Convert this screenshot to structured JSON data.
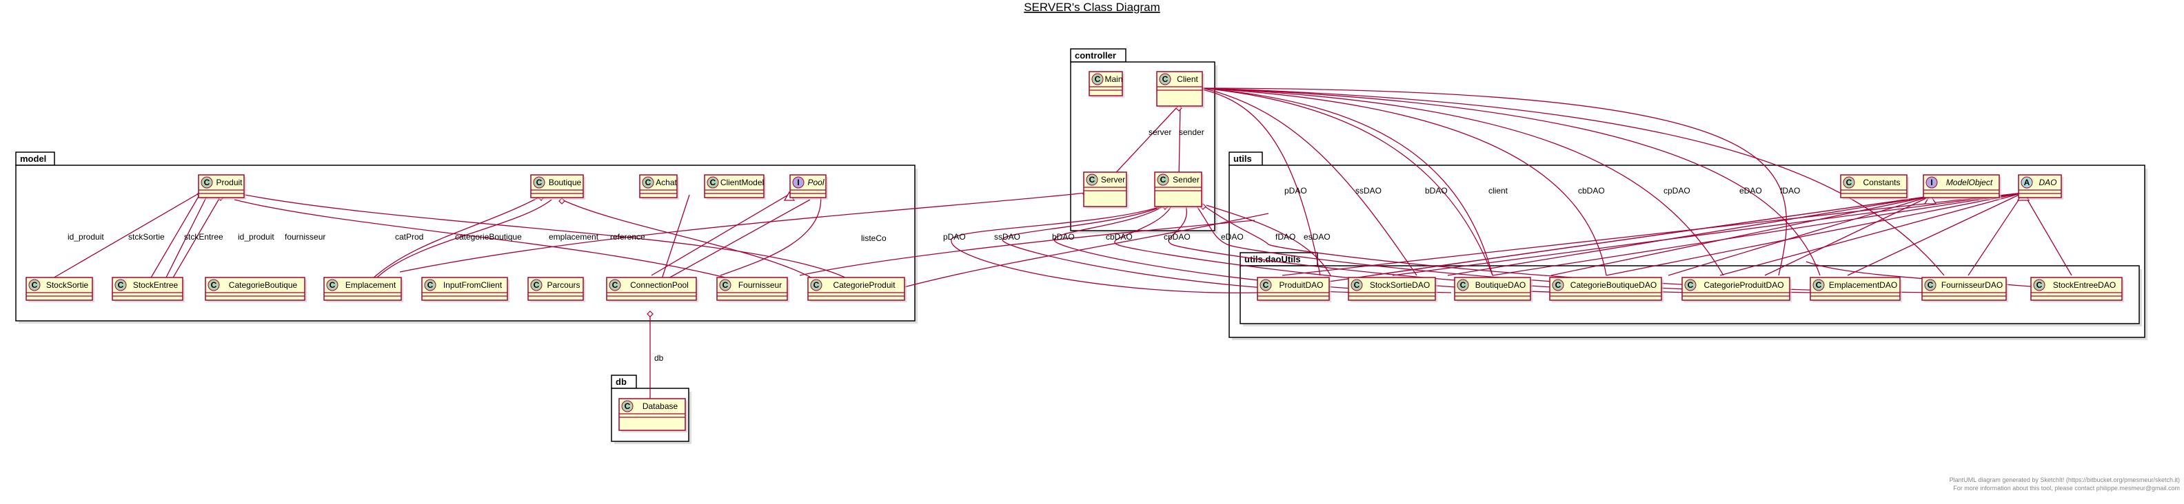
{
  "title": "SERVER's Class Diagram",
  "footer": {
    "line1": "PlantUML diagram generated by SketchIt! (https://bitbucket.org/pmesmeur/sketch.it)",
    "line2": "For more information about this tool, please contact philippe.mesmeur@gmail.com"
  },
  "packages": {
    "controller": "controller",
    "model": "model",
    "utils": "utils",
    "daoutils": "utils.daoUtils",
    "db": "db"
  },
  "classes": {
    "main": {
      "name": "Main",
      "kind": "C"
    },
    "client": {
      "name": "Client",
      "kind": "C"
    },
    "server": {
      "name": "Server",
      "kind": "C"
    },
    "sender": {
      "name": "Sender",
      "kind": "C"
    },
    "produit": {
      "name": "Produit",
      "kind": "C"
    },
    "boutique": {
      "name": "Boutique",
      "kind": "C"
    },
    "achat": {
      "name": "Achat",
      "kind": "C"
    },
    "clientmodel": {
      "name": "ClientModel",
      "kind": "C"
    },
    "pool": {
      "name": "Pool",
      "kind": "I"
    },
    "stocksortie": {
      "name": "StockSortie",
      "kind": "C"
    },
    "stockentree": {
      "name": "StockEntree",
      "kind": "C"
    },
    "categorieboutique": {
      "name": "CategorieBoutique",
      "kind": "C"
    },
    "emplacement": {
      "name": "Emplacement",
      "kind": "C"
    },
    "inputfromclient": {
      "name": "InputFromClient",
      "kind": "C"
    },
    "parcours": {
      "name": "Parcours",
      "kind": "C"
    },
    "connectionpool": {
      "name": "ConnectionPool",
      "kind": "C"
    },
    "fournisseur": {
      "name": "Fournisseur",
      "kind": "C"
    },
    "categorieproduit": {
      "name": "CategorieProduit",
      "kind": "C"
    },
    "constants": {
      "name": "Constants",
      "kind": "C"
    },
    "modelobject": {
      "name": "ModelObject",
      "kind": "I"
    },
    "dao": {
      "name": "DAO",
      "kind": "A"
    },
    "produitdao": {
      "name": "ProduitDAO",
      "kind": "C"
    },
    "stocksortiedao": {
      "name": "StockSortieDAO",
      "kind": "C"
    },
    "boutiquedao": {
      "name": "BoutiqueDAO",
      "kind": "C"
    },
    "categorieboutiquedao": {
      "name": "CategorieBoutiqueDAO",
      "kind": "C"
    },
    "categorieproduitdao": {
      "name": "CategorieProduitDAO",
      "kind": "C"
    },
    "emplacementdao": {
      "name": "EmplacementDAO",
      "kind": "C"
    },
    "fournisseurdao": {
      "name": "FournisseurDAO",
      "kind": "C"
    },
    "stockentreedao": {
      "name": "StockEntreeDAO",
      "kind": "C"
    },
    "database": {
      "name": "Database",
      "kind": "C"
    }
  },
  "labels": {
    "server": "server",
    "sender": "sender",
    "pdao_top": "pDAO",
    "ssdao_top": "ssDAO",
    "bdao_top": "bDAO",
    "client": "client",
    "cbdao_top": "cbDAO",
    "cpdao_top": "cpDAO",
    "edao_top": "eDAO",
    "fdao_top": "fDAO",
    "id_produit_1": "id_produit",
    "stcksortie": "stckSortie",
    "stckentree": "stckEntree",
    "id_produit_2": "id_produit",
    "fournisseur": "fournisseur",
    "catprod": "catProd",
    "categorieboutique": "categorieBoutique",
    "emplacement": "emplacement",
    "reference": "reference",
    "listeco": "listeCo",
    "pdao_mid": "pDAO",
    "ssdao_mid": "ssDAO",
    "bdao_mid": "bDAO",
    "cbdao_mid": "cbDAO",
    "cpdao_mid": "cpDAO",
    "edao_mid": "eDAO",
    "fdao_mid": "fDAO",
    "esdao_mid": "esDAO",
    "db": "db"
  }
}
